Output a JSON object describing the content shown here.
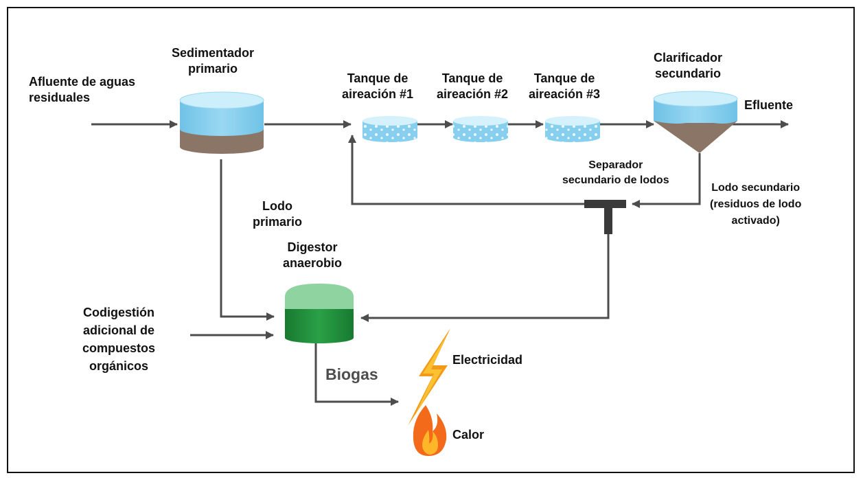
{
  "labels": {
    "influent": [
      "Afluente de aguas",
      "residuales"
    ],
    "primary_settler": [
      "Sedimentador",
      "primario"
    ],
    "aeration_1": [
      "Tanque de",
      "aireación #1"
    ],
    "aeration_2": [
      "Tanque de",
      "aireación #2"
    ],
    "aeration_3": [
      "Tanque de",
      "aireación #3"
    ],
    "secondary_clarifier": [
      "Clarificador",
      "secundario"
    ],
    "effluent": "Efluente",
    "sludge_separator": [
      "Separador",
      "secundario de lodos"
    ],
    "secondary_sludge": [
      "Lodo secundario",
      "(residuos de lodo",
      "activado)"
    ],
    "primary_sludge": [
      "Lodo",
      "primario"
    ],
    "digester": [
      "Digestor",
      "anaerobio"
    ],
    "codigestion": [
      "Codigestión",
      "adicional de",
      "compuestos",
      "orgánicos"
    ],
    "biogas": "Biogas",
    "electricity": "Electricidad",
    "heat": "Calor"
  },
  "colors": {
    "arrow": "#4d4d4d",
    "water_top": "#cdeefb",
    "water_body": "#7ecbea",
    "sludge": "#8a7566",
    "digester_top": "#8fd4a0",
    "digester_body": "#1e8c3a",
    "lightning": "#f29a1a",
    "flame": "#f26a1a"
  },
  "icons": [
    "lightning-icon",
    "flame-icon"
  ]
}
